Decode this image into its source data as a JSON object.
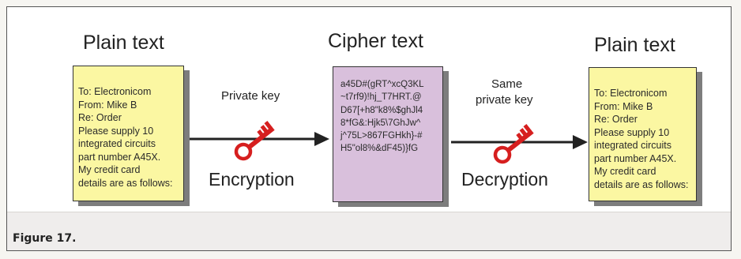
{
  "titles": {
    "left": "Plain text",
    "middle": "Cipher text",
    "right": "Plain text"
  },
  "plain_lines": [
    "To: Electronicom",
    "From: Mike B",
    "Re: Order",
    "Please supply 10",
    "integrated circuits",
    "part number A45X.",
    "My credit card",
    "details are as follows:"
  ],
  "cipher_lines": [
    "a45D#(gRT^xcQ3KL",
    "~t7rf9)!hj_T7HRT.@",
    "D67[+h8\"k8%$ghJl4",
    "8*fG&:Hjk5\\7GhJw^",
    "j^75L>867FGHkh}-#",
    "H5\"ol8%&dF45)}fG"
  ],
  "labels": {
    "private_key": "Private key",
    "same_private_key_line1": "Same",
    "same_private_key_line2": "private key",
    "encryption": "Encryption",
    "decryption": "Decryption"
  },
  "caption": "Figure 17.",
  "colors": {
    "plain_doc": "#fbf7a2",
    "cipher_doc": "#d9c0dc",
    "key": "#d61f1f",
    "arrow": "#222222"
  },
  "icons": [
    "key-icon",
    "key-icon"
  ]
}
